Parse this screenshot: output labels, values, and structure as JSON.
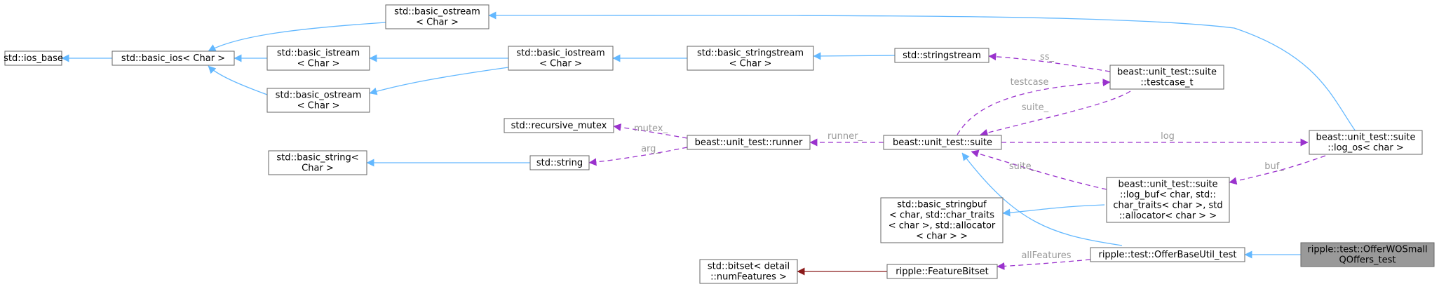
{
  "nodes": {
    "ios_base": [
      "std::ios_base"
    ],
    "basic_ios": [
      "std::basic_ios< Char >"
    ],
    "ostream_top": [
      "std::basic_ostream",
      "< Char >"
    ],
    "istream": [
      "std::basic_istream",
      "< Char >"
    ],
    "ostream_mid": [
      "std::basic_ostream",
      "< Char >"
    ],
    "iostream": [
      "std::basic_iostream",
      "< Char >"
    ],
    "stringstream_t": [
      "std::basic_stringstream",
      "< Char >"
    ],
    "stringstream": [
      "std::stringstream"
    ],
    "testcase_t": [
      "beast::unit_test::suite",
      "::testcase_t"
    ],
    "log_os": [
      "beast::unit_test::suite",
      "::log_os< char >"
    ],
    "recursive_mutex": [
      "std::recursive_mutex"
    ],
    "runner": [
      "beast::unit_test::runner"
    ],
    "suite": [
      "beast::unit_test::suite"
    ],
    "basic_string": [
      "std::basic_string<",
      "Char >"
    ],
    "string": [
      "std::string"
    ],
    "stringbuf": [
      "std::basic_stringbuf",
      "< char, std::char_traits",
      "< char >, std::allocator",
      "< char > >"
    ],
    "log_buf": [
      "beast::unit_test::suite",
      "::log_buf< char, std::",
      "char_traits< char >, std",
      "::allocator< char > >"
    ],
    "bitset": [
      "std::bitset< detail",
      "::numFeatures >"
    ],
    "feature_bitset": [
      "ripple::FeatureBitset"
    ],
    "offer_base": [
      "ripple::test::OfferBaseUtil_test"
    ],
    "offer_wo": [
      "ripple::test::OfferWOSmall",
      "QOffers_test"
    ]
  },
  "edge_labels": {
    "ss": "ss_",
    "testcase": "testcase",
    "suite_a": "suite_",
    "mutex": "mutex_",
    "arg": "arg_",
    "runner": "runner_",
    "log": "log",
    "buf": "buf_",
    "suite_b": "suite_",
    "all_features": "allFeatures"
  }
}
